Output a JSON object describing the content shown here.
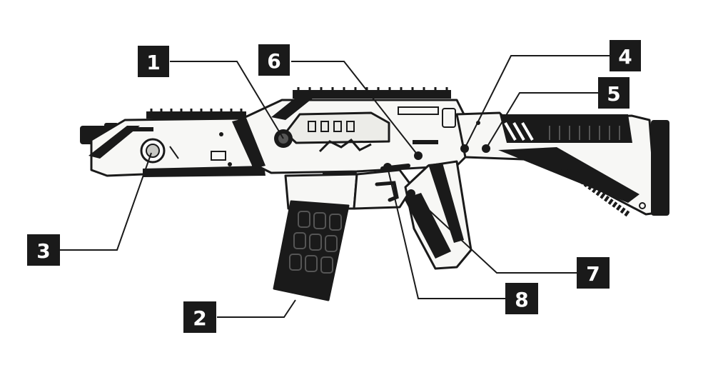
{
  "diagram": {
    "colors": {
      "ink": "#1a1a1a",
      "body": "#f7f7f5",
      "shade": "#e4e4e0"
    },
    "callouts": [
      {
        "id": "1",
        "label": "1"
      },
      {
        "id": "2",
        "label": "2"
      },
      {
        "id": "3",
        "label": "3"
      },
      {
        "id": "4",
        "label": "4"
      },
      {
        "id": "5",
        "label": "5"
      },
      {
        "id": "6",
        "label": "6"
      },
      {
        "id": "7",
        "label": "7"
      },
      {
        "id": "8",
        "label": "8"
      }
    ]
  }
}
